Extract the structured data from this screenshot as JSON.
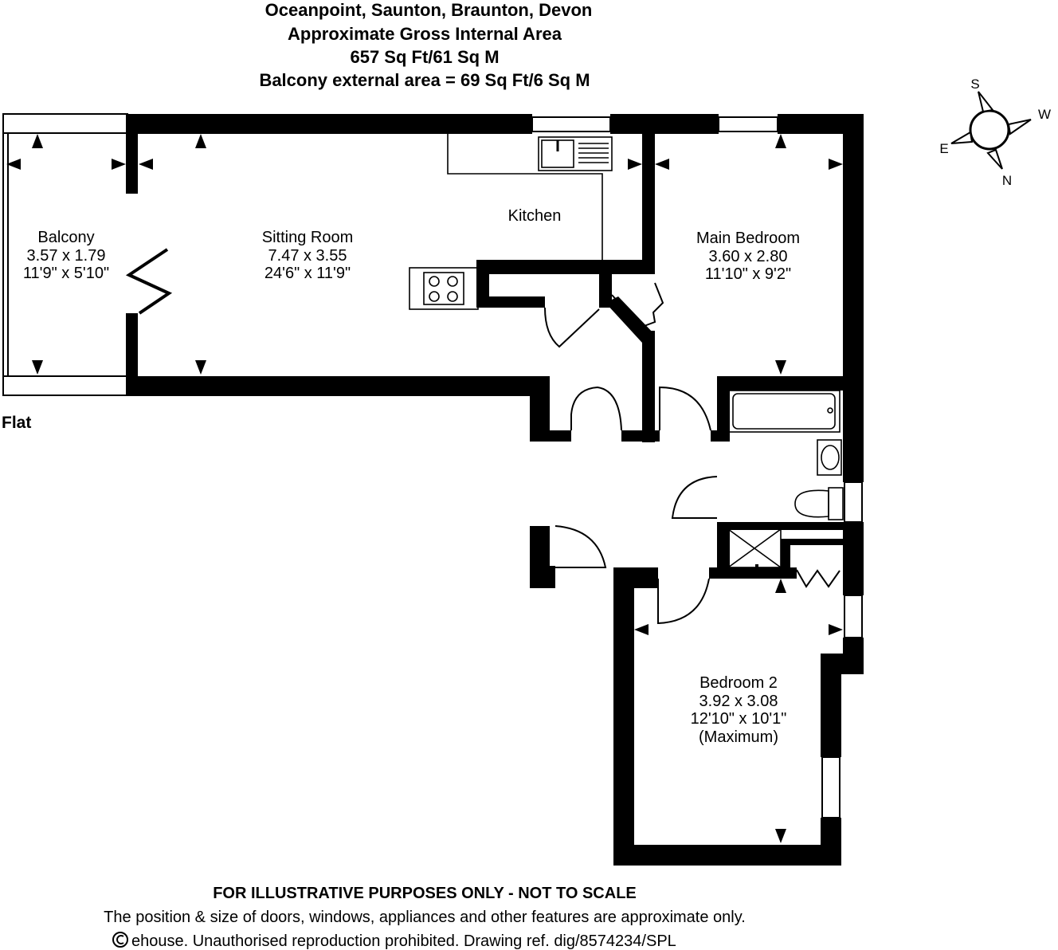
{
  "header": {
    "title": "Oceanpoint, Saunton, Braunton, Devon",
    "line1": "Approximate Gross Internal Area",
    "line2": "657 Sq Ft/61 Sq M",
    "line3": "Balcony external area = 69 Sq Ft/6 Sq M"
  },
  "compass": {
    "s": "S",
    "w": "W",
    "e": "E",
    "n": "N"
  },
  "floor_label": "Flat",
  "rooms": {
    "balcony": {
      "name": "Balcony",
      "metric": "3.57 x 1.79",
      "imperial": "11'9\" x 5'10\""
    },
    "sitting_room": {
      "name": "Sitting Room",
      "metric": "7.47 x 3.55",
      "imperial": "24'6\" x 11'9\""
    },
    "kitchen": {
      "name": "Kitchen"
    },
    "main_bedroom": {
      "name": "Main Bedroom",
      "metric": "3.60 x 2.80",
      "imperial": "11'10\" x 9'2\""
    },
    "bedroom2": {
      "name": "Bedroom 2",
      "metric": "3.92 x 3.08",
      "imperial": "12'10\" x 10'1\"",
      "note": "(Maximum)"
    }
  },
  "footer": {
    "disclaimer": "FOR ILLUSTRATIVE PURPOSES ONLY - NOT TO SCALE",
    "approx": "The position & size of doors, windows, appliances and other features are approximate only.",
    "copyright": "ehouse. Unauthorised reproduction prohibited. Drawing ref. dig/8574234/SPL"
  },
  "colors": {
    "wall": "#000000",
    "background": "#ffffff"
  }
}
